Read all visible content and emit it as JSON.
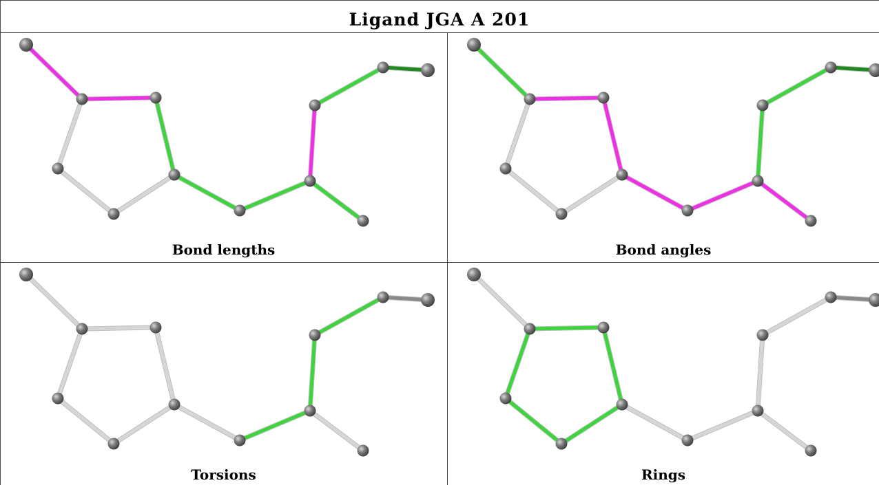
{
  "title": "Ligand JGA A 201",
  "colors": {
    "outlier": "#ee2fe6",
    "ok": "#3ed43e",
    "ok_dark": "#1f8a1f",
    "none": "#d6d6d6",
    "none_dark": "#8a8a8a",
    "atom": "#7e7e7e"
  },
  "molecule": {
    "atoms": [
      "a1",
      "a2",
      "a3",
      "a4",
      "a5",
      "a6",
      "a7",
      "a8",
      "a9",
      "a10",
      "a11",
      "a12"
    ],
    "bonds": [
      [
        "a1",
        "a2"
      ],
      [
        "a2",
        "a3"
      ],
      [
        "a3",
        "a4"
      ],
      [
        "a2",
        "a5"
      ],
      [
        "a5",
        "a6"
      ],
      [
        "a6",
        "a4"
      ],
      [
        "a4",
        "a7"
      ],
      [
        "a7",
        "a8"
      ],
      [
        "a8",
        "a9"
      ],
      [
        "a8",
        "a10"
      ],
      [
        "a9",
        "a11"
      ],
      [
        "a11",
        "a12"
      ]
    ]
  },
  "panels": [
    {
      "caption": "Bond lengths",
      "bond_status": [
        "outlier",
        "outlier",
        "ok",
        "none",
        "none",
        "none",
        "ok",
        "ok",
        "outlier",
        "ok",
        "ok",
        "ok_dark"
      ]
    },
    {
      "caption": "Bond angles",
      "bond_status": [
        "ok",
        "outlier",
        "outlier",
        "none",
        "none",
        "none",
        "outlier",
        "outlier",
        "ok",
        "outlier",
        "ok",
        "ok_dark"
      ]
    },
    {
      "caption": "Torsions",
      "bond_status": [
        "none",
        "none",
        "none",
        "none",
        "none",
        "none",
        "none",
        "ok",
        "ok",
        "none",
        "ok",
        "none_dark"
      ]
    },
    {
      "caption": "Rings",
      "bond_status": [
        "none",
        "ok",
        "ok",
        "ok",
        "ok",
        "ok",
        "none",
        "none",
        "none",
        "none",
        "none",
        "none_dark"
      ]
    }
  ]
}
